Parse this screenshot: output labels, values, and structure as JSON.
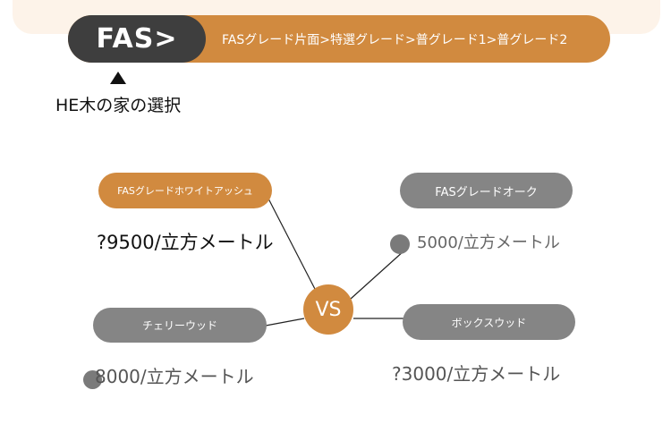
{
  "header": {
    "chip_label": "FAS>",
    "grade_path": "FASグレード片面>特選グレード>普グレード1>普グレード2"
  },
  "selection": {
    "label": "HE木の家の選択"
  },
  "center": {
    "label": "VS"
  },
  "options": [
    {
      "name": "FASグレードホワイトアッシュ",
      "price": "?9500/立方メートル"
    },
    {
      "name": "FASグレードオーク",
      "price": "5000/立方メートル"
    },
    {
      "name": "チェリーウッド",
      "price": "8000/立方メートル"
    },
    {
      "name": "ボックスウッド",
      "price": "?3000/立方メートル"
    }
  ],
  "colors": {
    "accent": "#d18a3f",
    "dark": "#3e3e3e",
    "gray": "#858585",
    "background_band": "#fdf3e9"
  },
  "icons": {
    "pointer": "triangle-up-icon",
    "badge": "circle-dot-icon"
  }
}
